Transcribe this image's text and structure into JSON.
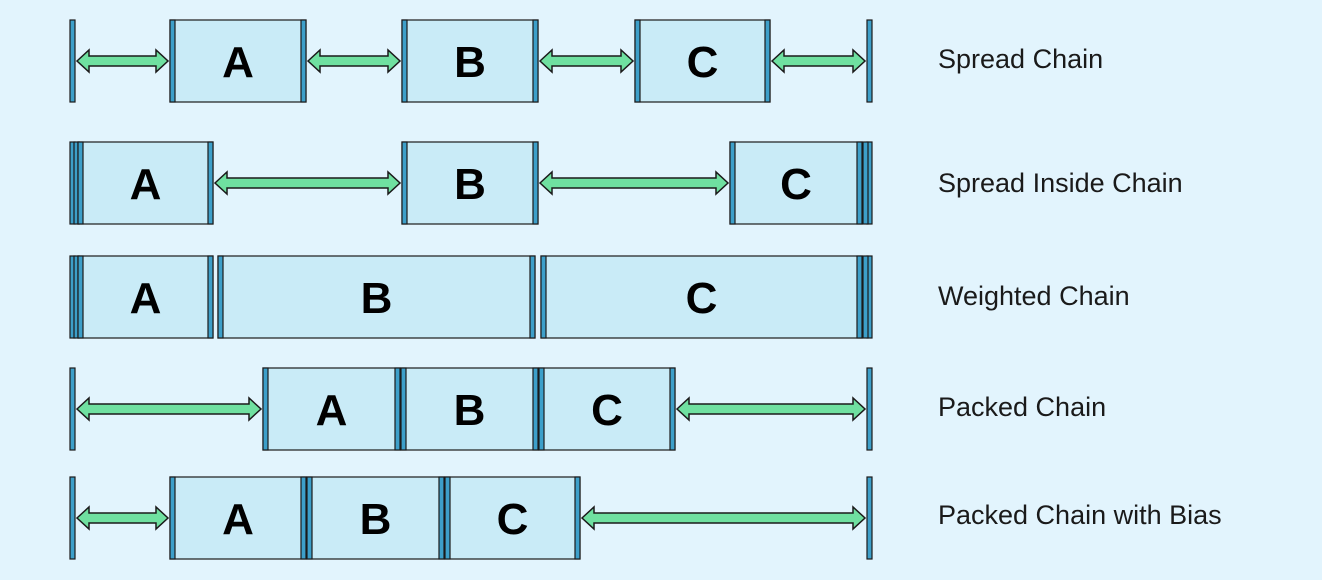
{
  "colors": {
    "background": "#e2f4fd",
    "box_fill": "#c9ebf7",
    "bar_fill": "#3d9fc9",
    "outline": "#1a1a1a",
    "arrow_fill": "#6fe0a0"
  },
  "rows": [
    {
      "label": "Spread Chain",
      "boxes": [
        {
          "letter": "A"
        },
        {
          "letter": "B"
        },
        {
          "letter": "C"
        }
      ]
    },
    {
      "label": "Spread Inside Chain",
      "boxes": [
        {
          "letter": "A"
        },
        {
          "letter": "B"
        },
        {
          "letter": "C"
        }
      ]
    },
    {
      "label": "Weighted Chain",
      "boxes": [
        {
          "letter": "A"
        },
        {
          "letter": "B"
        },
        {
          "letter": "C"
        }
      ]
    },
    {
      "label": "Packed Chain",
      "boxes": [
        {
          "letter": "A"
        },
        {
          "letter": "B"
        },
        {
          "letter": "C"
        }
      ]
    },
    {
      "label": "Packed Chain with Bias",
      "boxes": [
        {
          "letter": "A"
        },
        {
          "letter": "B"
        },
        {
          "letter": "C"
        }
      ]
    }
  ]
}
